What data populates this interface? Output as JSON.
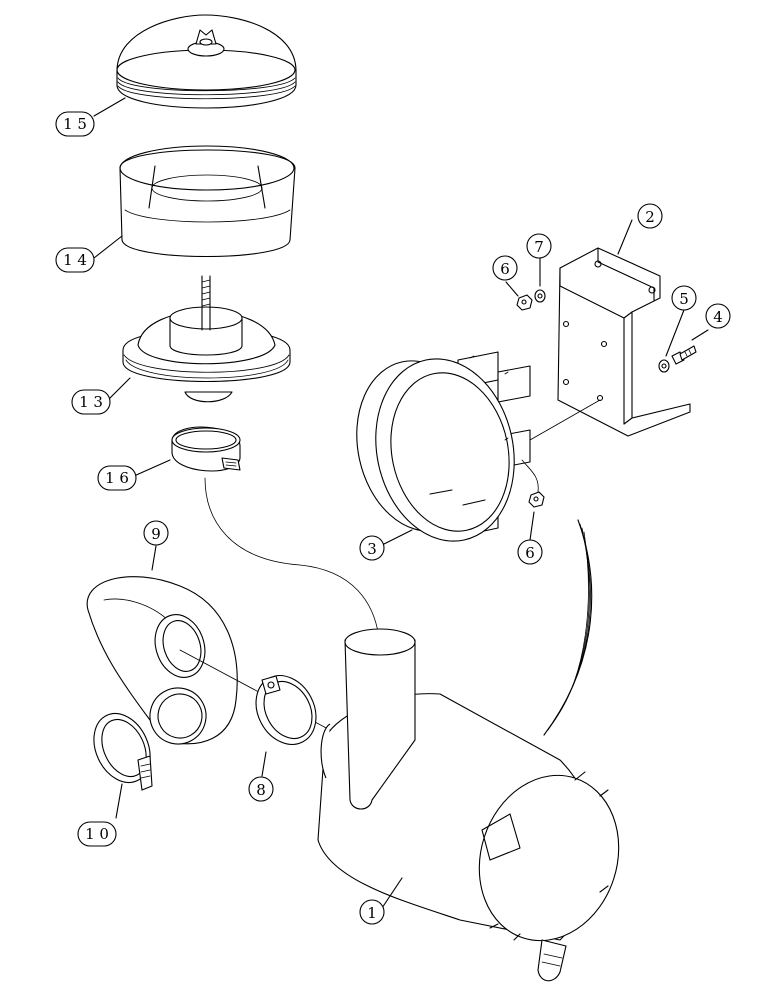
{
  "callouts": {
    "c1": "1",
    "c2": "2",
    "c3": "3",
    "c4": "4",
    "c5": "5",
    "c6a": "6",
    "c6b": "6",
    "c7": "7",
    "c8": "8",
    "c9": "9",
    "c10": "1 0",
    "c13": "1 3",
    "c14": "1 4",
    "c15": "1 5",
    "c16": "1 6"
  }
}
